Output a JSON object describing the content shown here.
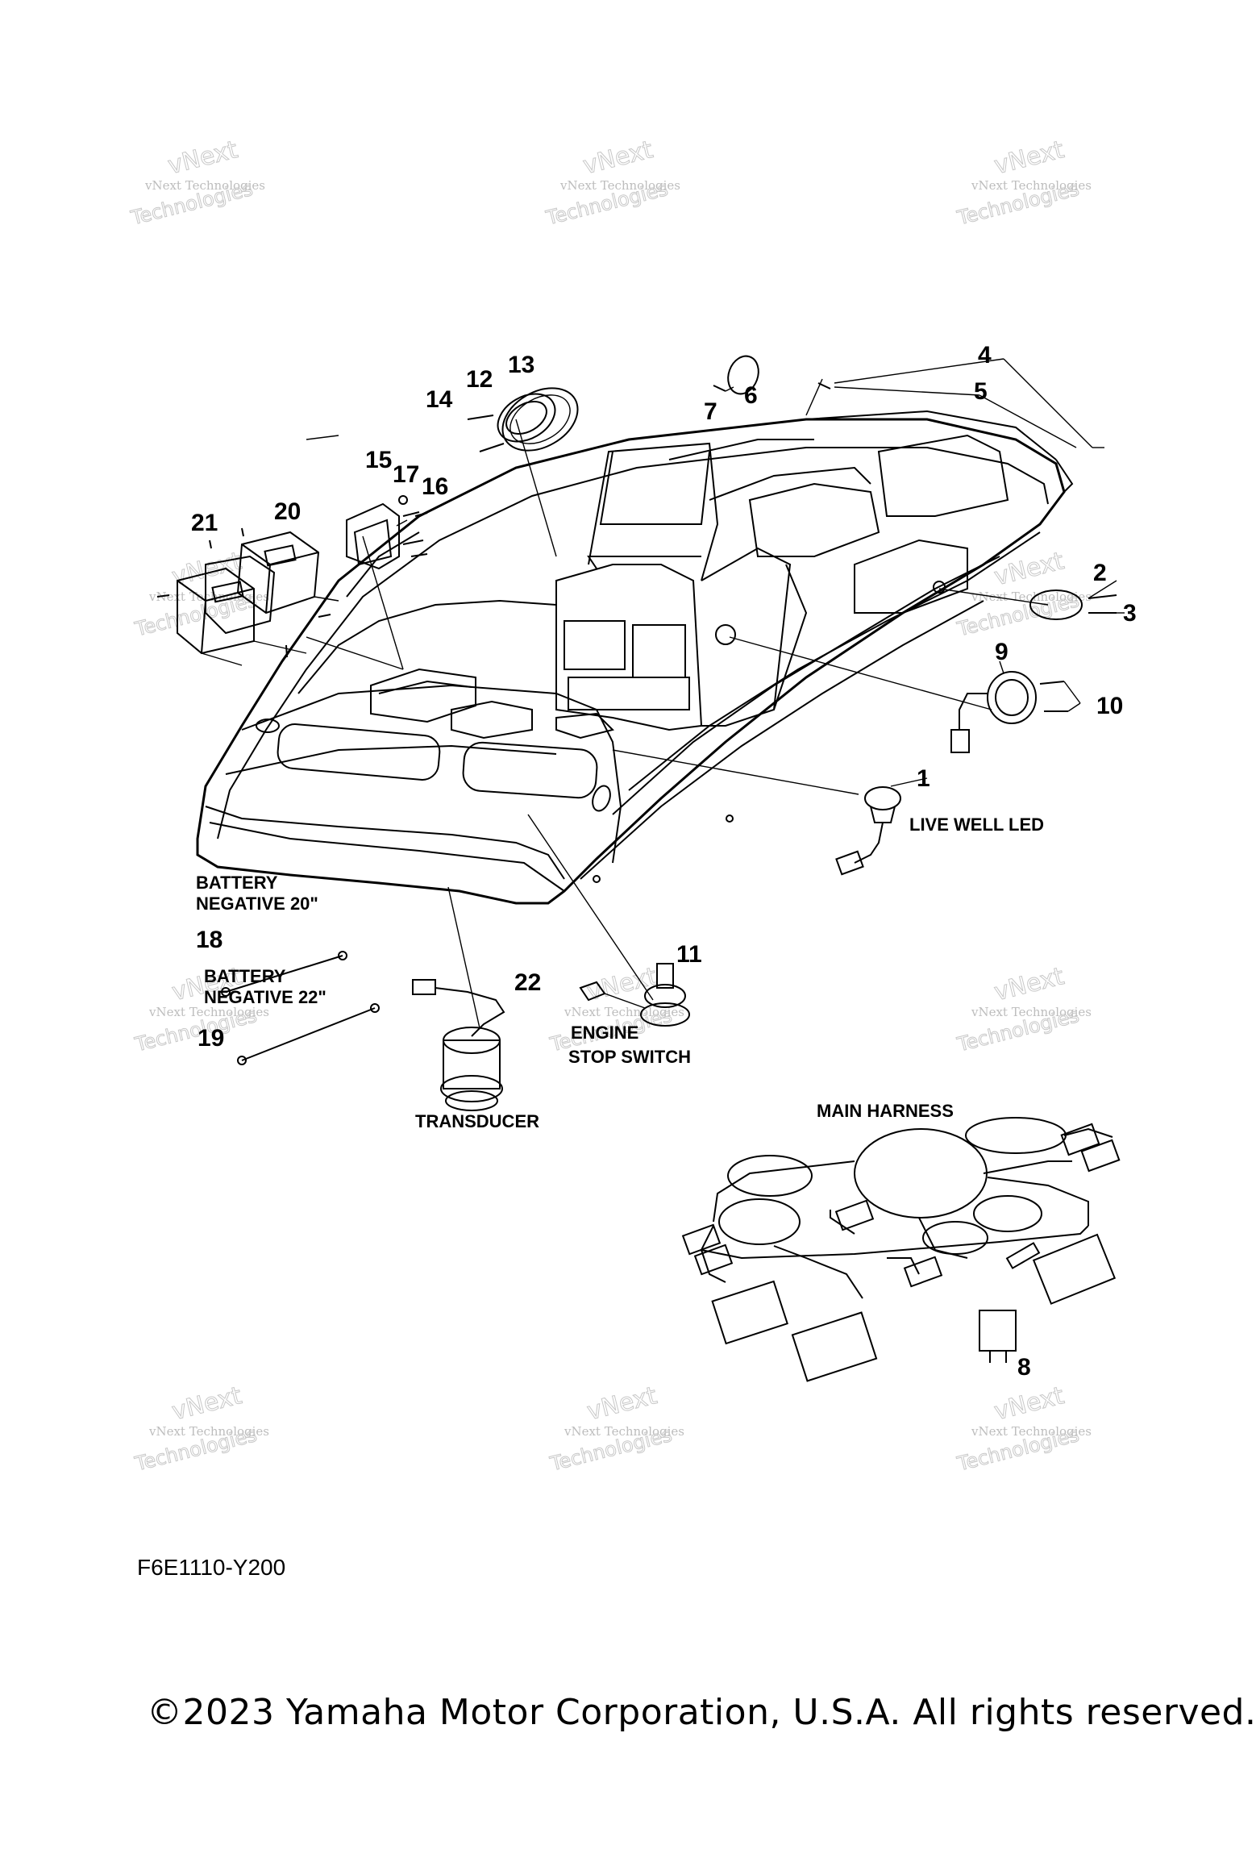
{
  "diagram": {
    "callouts": [
      "1",
      "2",
      "3",
      "4",
      "5",
      "6",
      "7",
      "8",
      "9",
      "10",
      "11",
      "12",
      "13",
      "14",
      "15",
      "16",
      "17",
      "18",
      "19",
      "20",
      "21",
      "22"
    ],
    "labels": {
      "live_well_led": "LIVE WELL LED",
      "battery_negative_20_line1": "BATTERY",
      "battery_negative_20_line2": "NEGATIVE 20\"",
      "battery_negative_22_line1": "BATTERY",
      "battery_negative_22_line2": "NEGATIVE 22\"",
      "engine_stop_switch_line1": "ENGINE",
      "engine_stop_switch_line2": "STOP SWITCH",
      "transducer": "TRANSDUCER",
      "main_harness": "MAIN HARNESS"
    },
    "watermark": {
      "line_small": "vNext Technologies",
      "line_large_top": "vNext",
      "line_large_bottom": "Technologies"
    },
    "diagram_code": "F6E1110-Y200"
  },
  "footer": {
    "copyright": "©2023 Yamaha Motor Corporation, U.S.A. All rights reserved."
  }
}
